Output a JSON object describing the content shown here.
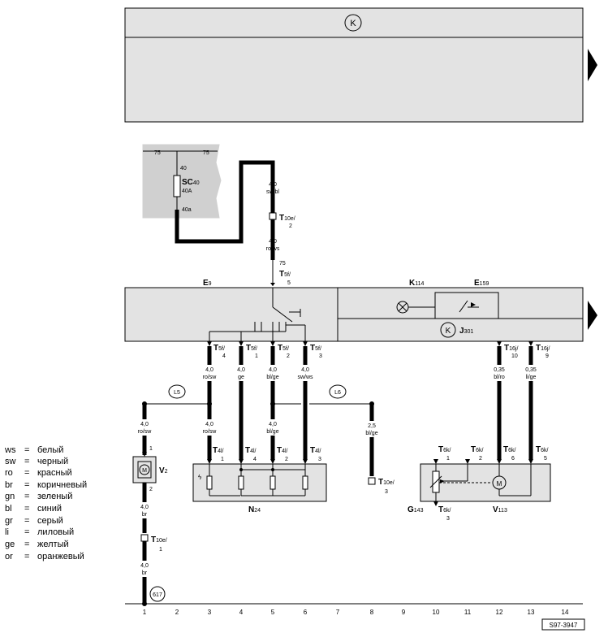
{
  "header": {
    "top_symbol": "K"
  },
  "fuse_box": {
    "rail_left": "75",
    "rail_right": "75",
    "pin_top": "40",
    "fuse_name": "SC",
    "fuse_sub": "40",
    "fuse_rating": "40A",
    "pin_bottom": "40a"
  },
  "wires": {
    "top_gauge": "4,0",
    "top_color": "sw/bl",
    "t10e2_conn": "T",
    "t10e2_sub": "10e/",
    "t10e2_pin": "2",
    "mid_gauge": "4,0",
    "mid_color": "ro/ws",
    "t5f5_term": "75",
    "t5f5_conn": "T",
    "t5f5_sub": "5f/",
    "t5f5_pin": "5",
    "w3_gauge": "4,0",
    "w3_color": "ro/sw",
    "w4_gauge": "4,0",
    "w4_color": "ge",
    "w5_gauge": "4,0",
    "w5_color": "bl/ge",
    "w6_gauge": "4,0",
    "w6_color": "sw/ws",
    "w12_gauge": "0,35",
    "w12_color": "bl/ro",
    "w13_gauge": "0,35",
    "w13_color": "li/ge",
    "w1_gauge": "4,0",
    "w1_color": "ro/sw",
    "w3b_gauge": "4,0",
    "w3b_color": "ro/sw",
    "w5b_gauge": "4,0",
    "w5b_color": "bl/ge",
    "w8_gauge": "2,5",
    "w8_color": "bl/ge",
    "w1b_gauge": "4,0",
    "w1b_color": "br",
    "w1c_gauge": "4,0",
    "w1c_color": "br"
  },
  "connectors": {
    "t5f4": {
      "name": "T",
      "sub": "5f/",
      "pin": "4"
    },
    "t5f1": {
      "name": "T",
      "sub": "5f/",
      "pin": "1"
    },
    "t5f2": {
      "name": "T",
      "sub": "5f/",
      "pin": "2"
    },
    "t5f3": {
      "name": "T",
      "sub": "5f/",
      "pin": "3"
    },
    "t16j10": {
      "name": "T",
      "sub": "16j/",
      "pin": "10"
    },
    "t16j9": {
      "name": "T",
      "sub": "16j/",
      "pin": "9"
    },
    "t4l1": {
      "name": "T",
      "sub": "4l/",
      "pin": "1"
    },
    "t4l4": {
      "name": "T",
      "sub": "4l/",
      "pin": "4"
    },
    "t4l2": {
      "name": "T",
      "sub": "4l/",
      "pin": "2"
    },
    "t4l3": {
      "name": "T",
      "sub": "4l/",
      "pin": "3"
    },
    "t10e3": {
      "name": "T",
      "sub": "10e/",
      "pin": "3"
    },
    "t10e1": {
      "name": "T",
      "sub": "10e/",
      "pin": "1"
    },
    "t6k1": {
      "name": "T",
      "sub": "6k/",
      "pin": "1"
    },
    "t6k2": {
      "name": "T",
      "sub": "6k/",
      "pin": "2"
    },
    "t6k6": {
      "name": "T",
      "sub": "6k/",
      "pin": "6"
    },
    "t6k5": {
      "name": "T",
      "sub": "6k/",
      "pin": "5"
    },
    "t6k3": {
      "name": "T",
      "sub": "6k/",
      "pin": "3"
    }
  },
  "components": {
    "e9": {
      "name": "E",
      "sub": "9"
    },
    "k114": {
      "name": "K",
      "sub": "114"
    },
    "e159": {
      "name": "E",
      "sub": "159"
    },
    "j301": {
      "name": "J",
      "sub": "301"
    },
    "j301_symbol": "K",
    "v2": {
      "name": "V",
      "sub": "2"
    },
    "v2_pin_top": "1",
    "v2_pin_bottom": "2",
    "v2_motor": "M",
    "n24": {
      "name": "N",
      "sub": "24"
    },
    "g143": {
      "name": "G",
      "sub": "143"
    },
    "v113": {
      "name": "V",
      "sub": "113"
    },
    "v113_motor": "M"
  },
  "ref_points": {
    "l5": "L5",
    "l6": "L6",
    "ground": "617"
  },
  "legend": [
    {
      "code": "ws",
      "eq": "=",
      "name": "белый"
    },
    {
      "code": "sw",
      "eq": "=",
      "name": "черный"
    },
    {
      "code": "ro",
      "eq": "=",
      "name": "красный"
    },
    {
      "code": "br",
      "eq": "=",
      "name": "коричневый"
    },
    {
      "code": "gn",
      "eq": "=",
      "name": "зеленый"
    },
    {
      "code": "bl",
      "eq": "=",
      "name": "синий"
    },
    {
      "code": "gr",
      "eq": "=",
      "name": "серый"
    },
    {
      "code": "li",
      "eq": "=",
      "name": "лиловый"
    },
    {
      "code": "ge",
      "eq": "=",
      "name": "желтый"
    },
    {
      "code": "or",
      "eq": "=",
      "name": "оранжевый"
    }
  ],
  "grid": [
    "1",
    "2",
    "3",
    "4",
    "5",
    "6",
    "7",
    "8",
    "9",
    "10",
    "11",
    "12",
    "13",
    "14"
  ],
  "footer_code": "S97-3947",
  "colors": {
    "panel": "#e3e3e3",
    "fuse_panel": "#d0d0d0",
    "wire": "#000000"
  }
}
